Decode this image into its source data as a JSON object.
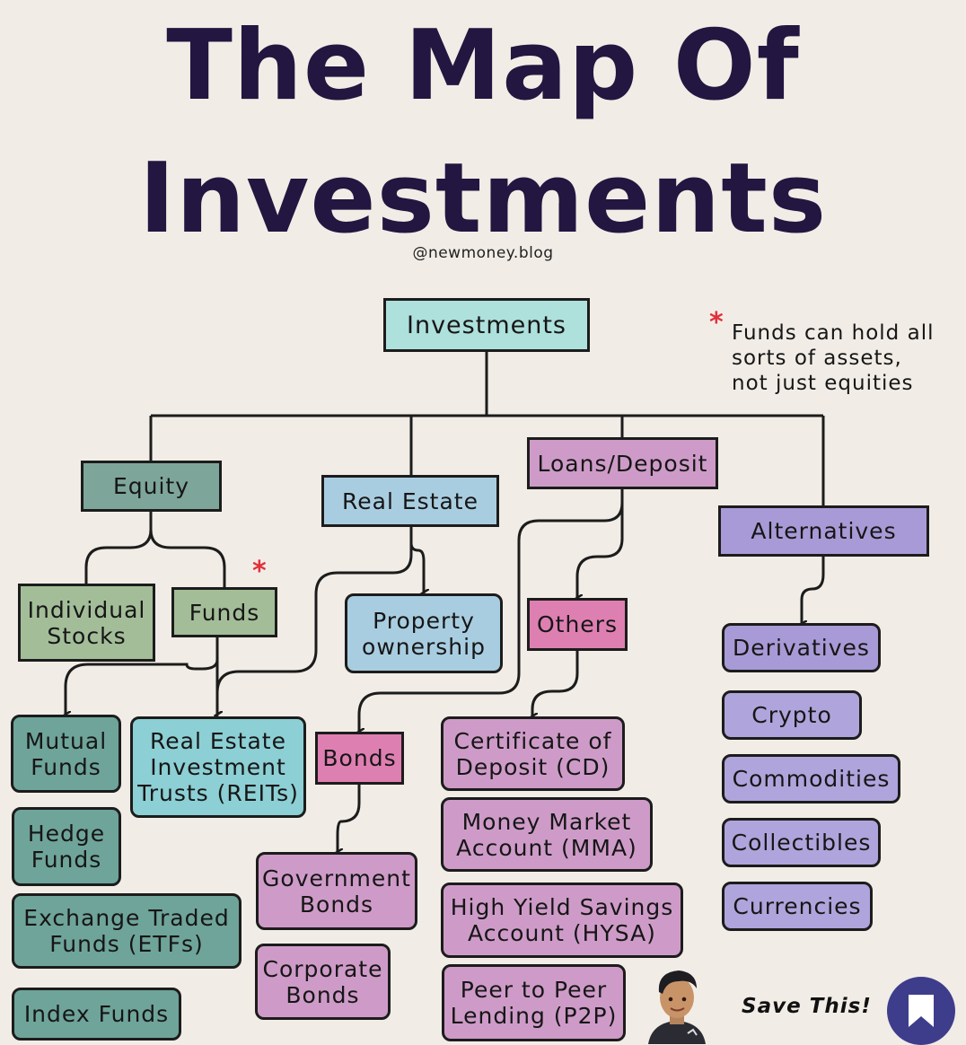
{
  "title_line1": "The Map Of",
  "title_line2": "Investments",
  "handle": "@newmoney.blog",
  "note": {
    "marker": "*",
    "text": "Funds can hold all\nsorts of assets,\nnot just equities"
  },
  "nodes": {
    "investments": "Investments",
    "equity": "Equity",
    "real_estate": "Real Estate",
    "loans_deposit": "Loans/Deposit",
    "alternatives": "Alternatives",
    "individual_stocks": "Individual\nStocks",
    "funds": "Funds",
    "property_ownership": "Property\nownership",
    "others": "Others",
    "derivatives": "Derivatives",
    "mutual_funds": "Mutual\nFunds",
    "reits": "Real Estate\nInvestment\nTrusts (REITs)",
    "bonds": "Bonds",
    "cd": "Certificate of\nDeposit (CD)",
    "crypto": "Crypto",
    "commodities": "Commodities",
    "hedge_funds": "Hedge\nFunds",
    "money_market": "Money Market\nAccount (MMA)",
    "government_bonds": "Government\nBonds",
    "collectibles": "Collectibles",
    "etfs": "Exchange Traded\nFunds (ETFs)",
    "hysa": "High Yield Savings\nAccount (HYSA)",
    "corporate_bonds": "Corporate\nBonds",
    "currencies": "Currencies",
    "index_funds": "Index Funds",
    "p2p": "Peer to Peer\nLending (P2P)"
  },
  "funds_marker": "*",
  "save_label": "Save This!",
  "icons": {
    "save": "bookmark-icon",
    "avatar": "avatar-icon"
  },
  "colors": {
    "title": "#231640",
    "background": "#f1ede6",
    "marker": "#e0303b",
    "save_button": "#3e3d8c"
  }
}
